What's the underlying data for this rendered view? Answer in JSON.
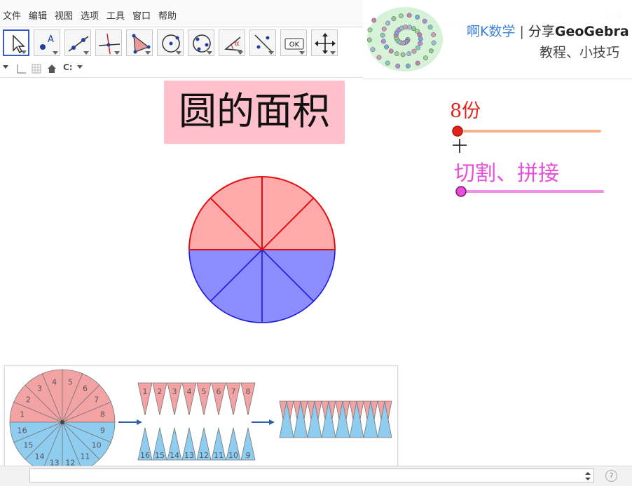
{
  "menu": [
    "文件",
    "编辑",
    "视图",
    "选项",
    "工具",
    "窗口",
    "帮助"
  ],
  "login_label": "登录",
  "toolbar": {
    "tools": [
      "move-tool",
      "point-tool",
      "line-tool",
      "perpendicular-tool",
      "polygon-tool",
      "circle-tool",
      "circle-three-points-tool",
      "angle-tool",
      "reflect-tool",
      "checkbox-tool",
      "move-view-tool"
    ],
    "ok_label": "OK"
  },
  "stylebar": {
    "view_label": "C:"
  },
  "banner": {
    "brand_name": "啊K数学",
    "separator": "|",
    "share_text": "分享",
    "product": "GeoGebra",
    "subtitle": "教程、小技巧"
  },
  "canvas": {
    "title": "圆的面积",
    "slider1": {
      "label": "8份",
      "value": 0,
      "color": "#e0241b",
      "track_color": "#f8b48e"
    },
    "slider2": {
      "label": "切割、拼接",
      "value": 0,
      "color": "#e64fd8",
      "track_color": "#ee8fe8"
    },
    "circle": {
      "segments": 8,
      "top_fill": "#ffaaaa",
      "top_stroke": "#e01010",
      "bottom_fill": "#8c8cff",
      "bottom_stroke": "#1a1adc"
    }
  },
  "reference_image": {
    "top_numbers": [
      "1",
      "2",
      "3",
      "4",
      "5",
      "6",
      "7",
      "8"
    ],
    "bottom_numbers": [
      "16",
      "15",
      "14",
      "13",
      "12",
      "11",
      "10",
      "9"
    ],
    "pink": "#f3a3a3",
    "blue": "#8fcdf0"
  },
  "input_bar": {
    "placeholder": ""
  }
}
